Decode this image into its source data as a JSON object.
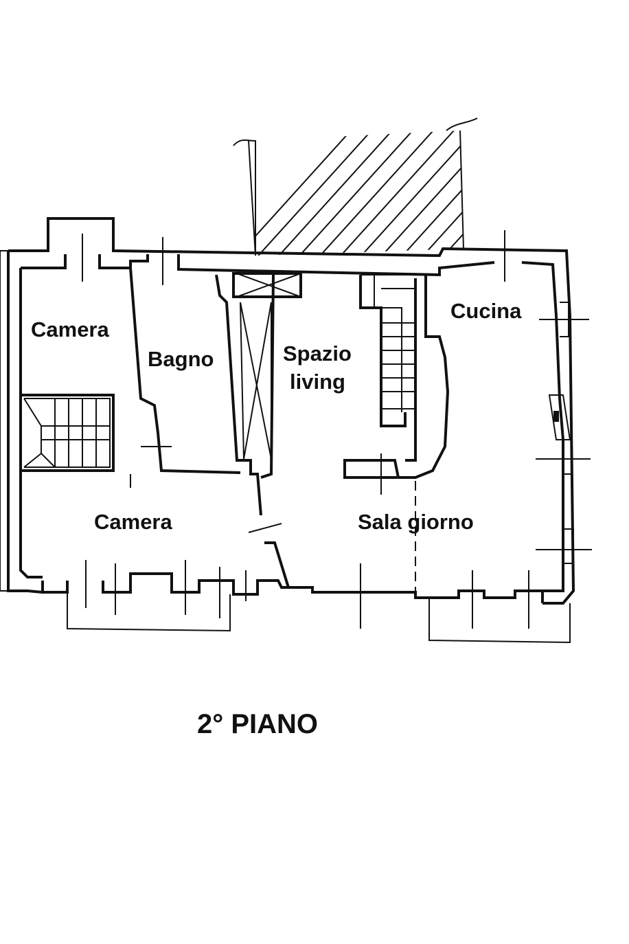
{
  "floor_plan": {
    "title": "2° PIANO",
    "rooms": [
      {
        "id": "camera-top",
        "label": "Camera"
      },
      {
        "id": "bagno",
        "label": "Bagno"
      },
      {
        "id": "spazio-living",
        "label_line1": "Spazio",
        "label_line2": "living"
      },
      {
        "id": "cucina",
        "label": "Cucina"
      },
      {
        "id": "camera-bottom",
        "label": "Camera"
      },
      {
        "id": "sala-giorno",
        "label": "Sala giorno"
      }
    ]
  }
}
